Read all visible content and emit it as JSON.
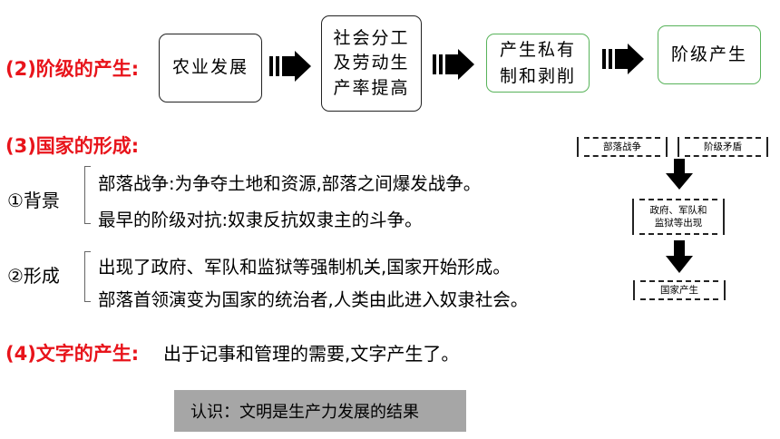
{
  "section2": {
    "label": "(2)阶级的产生:",
    "flow": [
      "农业发展",
      "社会分工\n及劳动生\n产率提高",
      "产生私有\n制和剥削",
      "阶级产生"
    ]
  },
  "section3": {
    "label": "(3)国家的形成:",
    "background": {
      "label": "①背景",
      "lines": [
        "部落战争:为争夺土地和资源,部落之间爆发战争。",
        "最早的阶级对抗:奴隶反抗奴隶主的斗争。"
      ]
    },
    "formation": {
      "label": "②形成",
      "lines": [
        "出现了政府、军队和监狱等强制机关,国家开始形成。",
        "部落首领演变为国家的统治者,人类由此进入奴隶社会。"
      ]
    }
  },
  "section4": {
    "label": "(4)文字的产生:",
    "text": "出于记事和管理的需要,文字产生了。"
  },
  "diagram": {
    "top_left": "部落战争",
    "top_right": "阶级矛盾",
    "middle": "政府、军队和\n监狱等出现",
    "bottom": "国家产生"
  },
  "note": "认识：文明是生产力发展的结果",
  "colors": {
    "heading": "#e8141b",
    "green_border": "#58b35a",
    "note_bg": "#a6a6a6"
  }
}
